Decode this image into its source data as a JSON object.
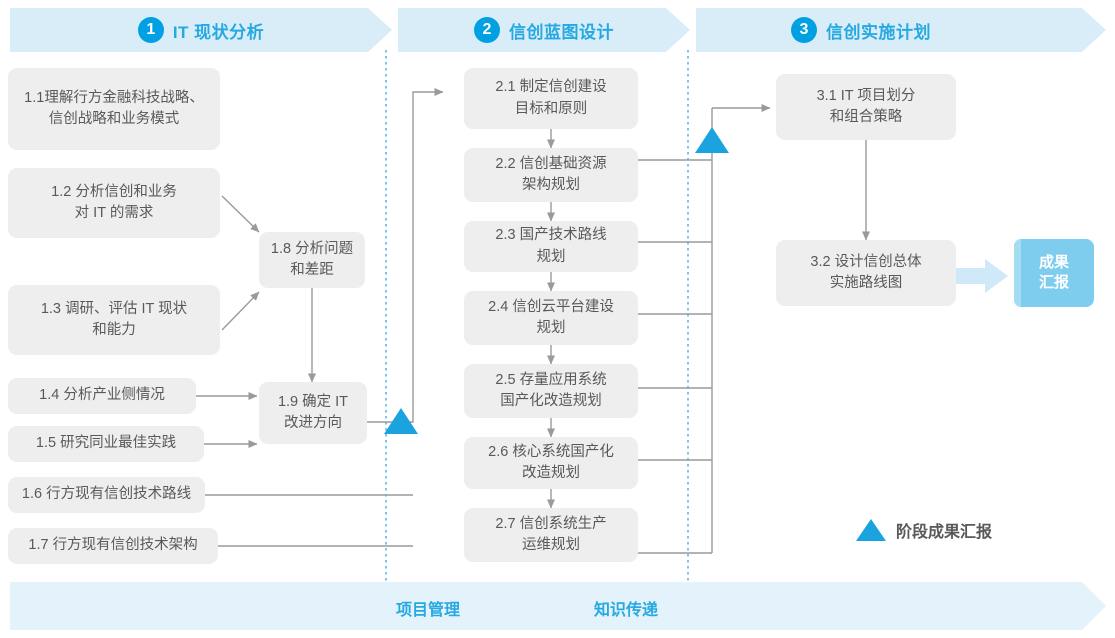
{
  "diagram": {
    "title_colors": {
      "accent": "#26a9e0",
      "banner_bg": "#d9edf9",
      "box_bg": "#eeeeee",
      "box_text": "#595959",
      "connector": "#9a9a9a",
      "milestone": "#1ba3e0",
      "badge_bg": "#7fcdee",
      "badge_edge": "#a4dcf2",
      "separator": "#56b9e8"
    },
    "phases": [
      {
        "number": "1",
        "title": "IT 现状分析"
      },
      {
        "number": "2",
        "title": "信创蓝图设计"
      },
      {
        "number": "3",
        "title": "信创实施计划"
      }
    ],
    "boxes": {
      "b11": "1.1理解行方金融科技战略、\n信创战略和业务模式",
      "b12": "1.2 分析信创和业务\n对 IT 的需求",
      "b13": "1.3 调研、评估 IT 现状\n和能力",
      "b14": "1.4 分析产业侧情况",
      "b15": "1.5 研究同业最佳实践",
      "b16": "1.6 行方现有信创技术路线",
      "b17": "1.7 行方现有信创技术架构",
      "b18": "1.8 分析问题\n和差距",
      "b19": "1.9 确定 IT\n改进方向",
      "b21": "2.1 制定信创建设\n目标和原则",
      "b22": "2.2 信创基础资源\n架构规划",
      "b23": "2.3 国产技术路线\n规划",
      "b24": "2.4 信创云平台建设\n规划",
      "b25": "2.5 存量应用系统\n国产化改造规划",
      "b26": "2.6 核心系统国产化\n改造规划",
      "b27": "2.7 信创系统生产\n运维规划",
      "b31": "3.1 IT 项目划分\n和组合策略",
      "b32": "3.2 设计信创总体\n实施路线图"
    },
    "result_badge": "成果\n汇报",
    "legend": {
      "label": "阶段成果汇报",
      "icon": "triangle-up"
    },
    "bottom_lanes": [
      {
        "label": "项目管理"
      },
      {
        "label": "知识传递"
      }
    ]
  }
}
